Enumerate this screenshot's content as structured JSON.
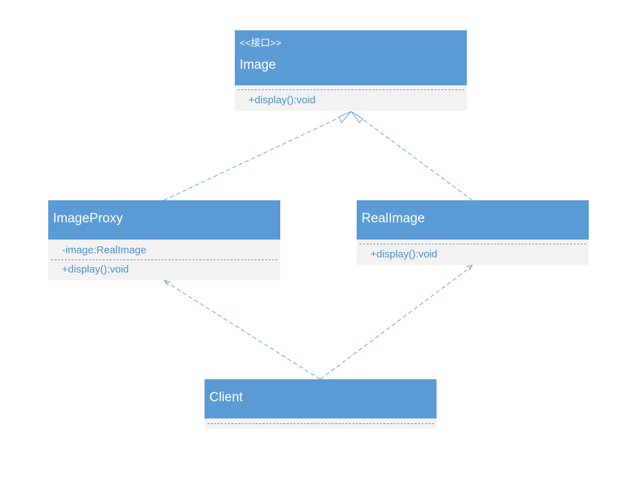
{
  "classes": {
    "image": {
      "stereotype": "<<接口>>",
      "name": "Image",
      "attributes": [],
      "methods": [
        "+display():void"
      ]
    },
    "imageproxy": {
      "name": "ImageProxy",
      "attributes": [
        "-image:RealImage"
      ],
      "methods": [
        "+display():void"
      ]
    },
    "realimage": {
      "name": "RealImage",
      "attributes": [],
      "methods": [
        "+display():void"
      ]
    },
    "client": {
      "name": "Client",
      "attributes": [],
      "methods": []
    }
  },
  "relationships": [
    {
      "from": "ImageProxy",
      "to": "Image",
      "kind": "realization"
    },
    {
      "from": "RealImage",
      "to": "Image",
      "kind": "realization"
    },
    {
      "from": "Client",
      "to": "ImageProxy",
      "kind": "dependency"
    },
    {
      "from": "Client",
      "to": "RealImage",
      "kind": "dependency"
    }
  ],
  "colors": {
    "header": "#5b9bd5",
    "body": "#f2f2f2",
    "header_text": "#ffffff",
    "member_text": "#4f8fcf",
    "line": "#5b9bd5"
  }
}
